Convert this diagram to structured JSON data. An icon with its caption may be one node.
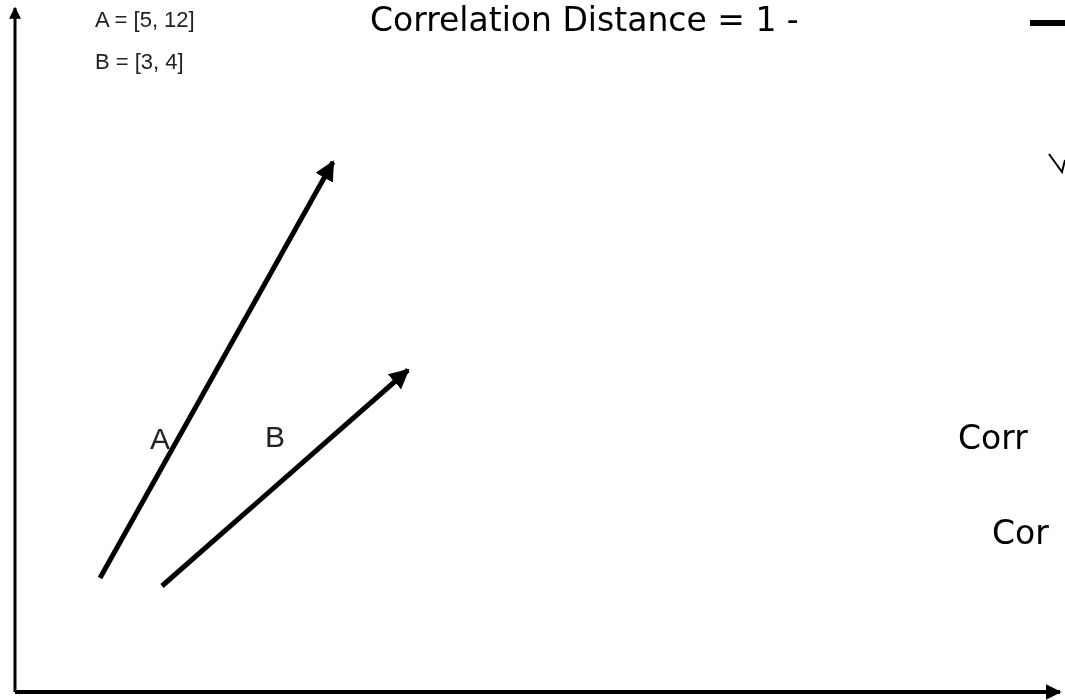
{
  "diagram": {
    "labels": [
      "A = [5, 12]",
      "B = [3, 4]",
      "Correlation Distance = 1 -",
      "A",
      "B",
      "Corr",
      "Cor"
    ]
  }
}
